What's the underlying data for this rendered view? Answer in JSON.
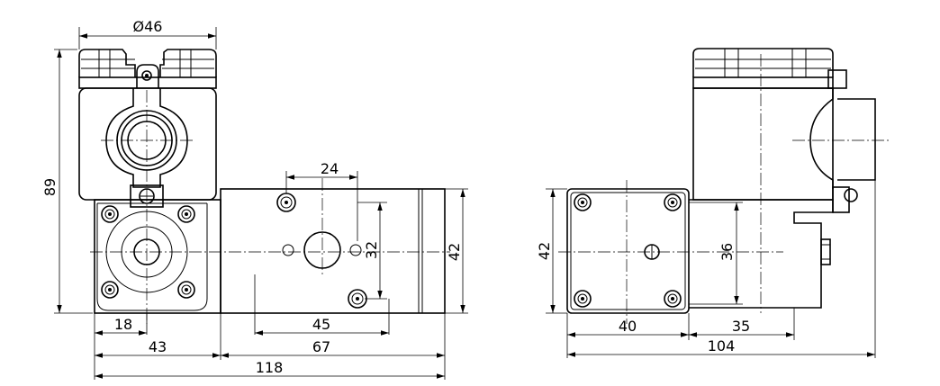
{
  "drawing": {
    "front_view": {
      "dimensions": {
        "diameter_top": "Ø46",
        "height_overall": "89",
        "port_spacing_top": "24",
        "port_spacing_vertical": "32",
        "body_height_right": "42",
        "port_spacing_bottom": "45",
        "flange_offset": "18",
        "left_section_width": "43",
        "body_width": "67",
        "overall_width": "118"
      }
    },
    "side_view": {
      "dimensions": {
        "flange_height": "42",
        "body_height": "36",
        "flange_width": "40",
        "body_depth": "35",
        "overall_depth": "104"
      }
    }
  }
}
